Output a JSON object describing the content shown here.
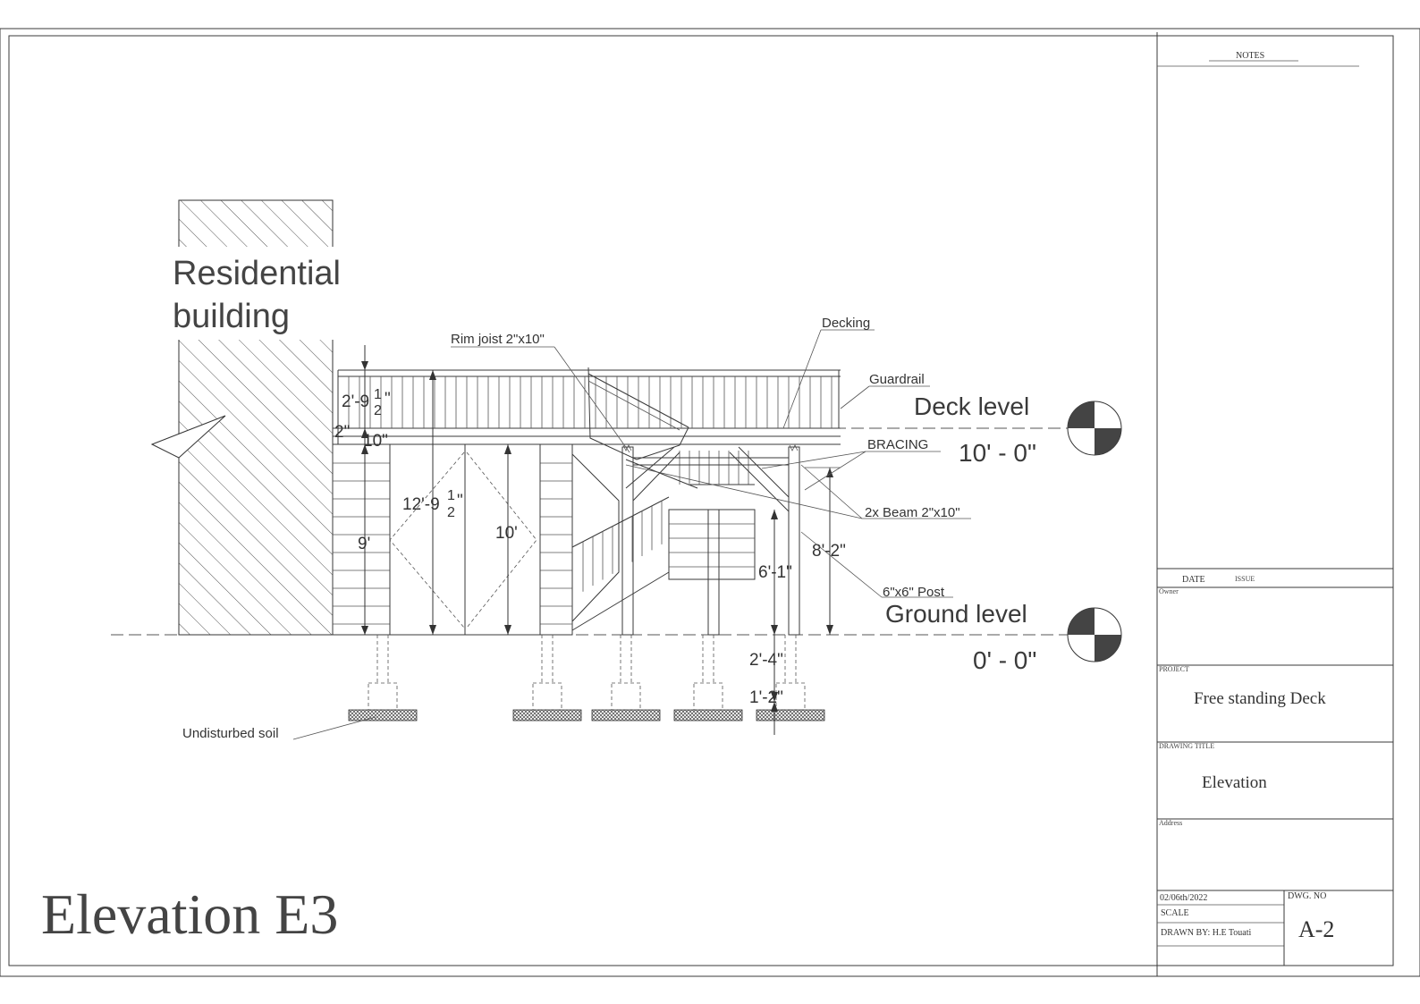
{
  "drawing": {
    "building_line1": "Residential",
    "building_line2": "building",
    "deck_level_label": "Deck level",
    "deck_level_value": "10' - 0\"",
    "ground_level_label": "Ground level",
    "ground_level_value": "0' - 0\"",
    "callouts": {
      "rim_joist": "Rim joist 2\"x10\"",
      "decking": "Decking",
      "guardrail": "Guardrail",
      "bracing": "BRACING",
      "beam": "2x Beam 2\"x10\"",
      "post": "6\"x6\" Post",
      "soil": "Undisturbed soil"
    },
    "dimensions": {
      "guard_height_whole": "2'-9",
      "guard_height_num": "1",
      "guard_height_den": "2",
      "guard_height_unit": "\"",
      "deck_thickness": "2\"",
      "joist_depth": "10\"",
      "wall_height": "9'",
      "total_height_whole": "12'-9",
      "total_height_num": "1",
      "total_height_den": "2",
      "total_height_unit": "\"",
      "door_height": "10'",
      "post_clear": "6'-1\"",
      "post_total": "8'-2\"",
      "footing_depth": "2'-4\"",
      "footing_thickness": "1'-2\""
    },
    "sheet_title": "Elevation E3"
  },
  "title_block": {
    "notes_label": "NOTES",
    "date_label": "DATE",
    "issue_label": "ISSUE",
    "owner_label": "Owner",
    "project_label": "PROJECT",
    "project_value": "Free standing Deck",
    "drawing_title_label": "DRAWING TITLE",
    "drawing_title_value": "Elevation",
    "address_label": "Address",
    "date_value": "02/06th/2022",
    "scale_label": "SCALE",
    "drawn_by": "DRAWN BY: H.E Touati",
    "dwg_no_label": "DWG. NO",
    "dwg_no_value": "A-2"
  }
}
